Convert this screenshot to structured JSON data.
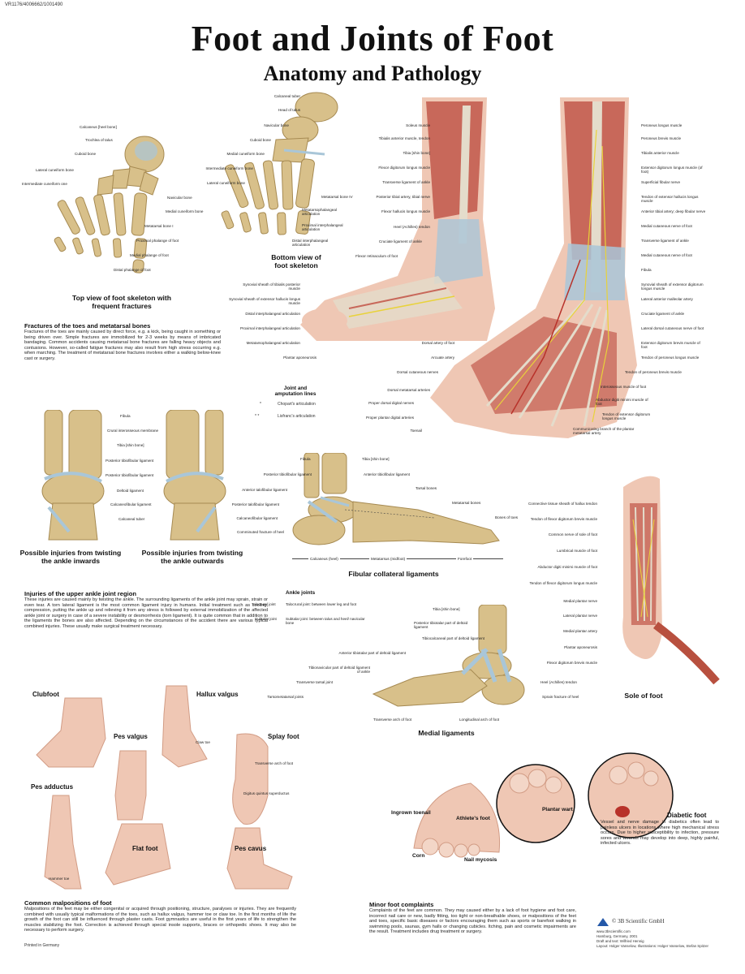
{
  "header": {
    "code": "VR1176/4006662/1001490",
    "title": "Foot and Joints of Foot",
    "subtitle": "Anatomy and Pathology"
  },
  "top_view": {
    "caption": "Top view of foot skeleton with frequent fractures",
    "labels": [
      "Calcaneus [heel bone]",
      "Trochlea of talus",
      "Cuboid bone",
      "Lateral cuneiform bone",
      "Intermediate cuneiform one",
      "Navicular bone",
      "Medial cuneiform bone",
      "Metatarsal bone I",
      "Proximal phalange of foot",
      "Medial phalange of foot",
      "Distal phalange of foot"
    ]
  },
  "bottom_view": {
    "caption": "Bottom view of foot skeleton",
    "labels": [
      "Calcaneal tuber",
      "Head of talus",
      "Navicular bone",
      "Cuboid bone",
      "Medial cuneiform bone",
      "Intermediate cuneiform bone",
      "Lateral cuneiform bone",
      "Metatarsal bone IV",
      "Metatarsophalangeal articulation",
      "Proximal interphalangeal articulation",
      "Distal interphalangeal articulation"
    ]
  },
  "fractures": {
    "heading": "Fractures of the toes and metatarsal bones",
    "text": "Fractures of the toes are mainly caused by direct force, e.g. a kick, being caught in something or being driven over. Simple fractures are immobilized for 2-3 weeks by means of imbricated bandaging. Common accidents causing metatarsal bone fractures are falling heavy objects and contusions. However, so-called fatigue fractures may also result from high stress occurring e.g. when marching. The treatment of metatarsal bone fractures involves either a walking below-knee cast or surgery."
  },
  "muscles_medial": {
    "labels": [
      "Soleus muscle",
      "Tibialis anterior muscle, tendon",
      "Tibia [shin bone]",
      "Flexor digitorum longus muscle",
      "Transverse ligament of ankle",
      "Posterior tibial artery, tibial nerve",
      "Flexor hallucis longus muscle",
      "Heel (Achilles) tendon",
      "Cruciate ligament of ankle",
      "Flexor retinaculum of foot",
      "Synovial sheath of tibialis posterior muscle",
      "Synovial sheath of extensor hallucis longus muscle",
      "Distal interphalangeal articulation",
      "Proximal interphalangeal articulation",
      "Metatarsophalangeal articulation",
      "Plantar aponeurosis"
    ]
  },
  "muscles_front": {
    "labels": [
      "Peroneus longus muscle",
      "Peroneus brevis muscle",
      "Tibialis anterior muscle",
      "Extensor digitorum longus muscle (of foot)",
      "Superficial fibular nerve",
      "Tendon of extensor hallucis longus muscle",
      "Anterior tibial artery; deep fibular nerve",
      "Medial cutaneous nerve of foot",
      "Transverse ligament of ankle",
      "Medial cutaneous nerve of foot",
      "Fibula",
      "Synovial sheath of extensor digitorum longus muscle",
      "Lateral anterior malleolar artery",
      "Cruciate ligament of ankle",
      "Lateral dorsal cutaneous nerve of foot",
      "Extensor digitorum brevis muscle of foot",
      "Tendon of peroneus longus muscle",
      "Tendon of peroneus brevis muscle",
      "Interosseous muscle of foot",
      "Abductor digiti minimi muscle of foot",
      "Tendon of extensor digitorum longus muscle",
      "Communicating branch of the plantar metatarsal artery"
    ],
    "left_labels": [
      "Dorsal artery of foot",
      "Arcuate artery",
      "Dorsal cutaneous nerves",
      "Dorsal metatarsal arteries",
      "Proper dorsal digital nerves",
      "Proper plantar digital arteries",
      "Toenail"
    ]
  },
  "joint_lines": {
    "heading": "Joint and amputation lines",
    "items": [
      {
        "symbol": "*",
        "label": "Chopart's articulation"
      },
      {
        "symbol": "* *",
        "label": "Lisfranc's articulation"
      }
    ]
  },
  "ankle_injuries": {
    "caption_in": "Possible injuries from twisting the ankle inwards",
    "caption_out": "Possible injuries from twisting the ankle outwards",
    "labels": [
      "Fibula",
      "Crural interosseous membrane",
      "Tibia [shin bone]",
      "Posterior tibiofibular ligament",
      "Posterior tibiofibular ligament",
      "Deltoid ligament",
      "Calcaneofibular ligament",
      "Calcaneal tuber"
    ]
  },
  "fibular": {
    "caption": "Fibular collateral ligaments",
    "labels": [
      "Fibula",
      "Tibia [shin bone]",
      "Posterior tibiofibular ligament",
      "Anterior tibiofibular ligament",
      "Anterior talofibular ligament",
      "Tarsal bones",
      "Posterior talofibular ligament",
      "Metatarsal bones",
      "Calcaneofibular ligament",
      "Bones of toes",
      "Comminuted fracture of heel"
    ],
    "regions": [
      "Calcaneus (heel)",
      "Metatarsus (midfoot)",
      "Forefoot"
    ]
  },
  "sole": {
    "caption": "Sole of foot",
    "labels": [
      "Connective tissue sheath of hallux tendon",
      "Tendon of flexor digitorum brevis muscle",
      "Common nerve of sole of foot",
      "Lumbrical muscle of foot",
      "Abductor digiti minimi muscle of foot",
      "Tendon of flexor digitorum longus muscle",
      "Medial plantar nerve",
      "Lateral plantar nerve",
      "Medial plantar artery",
      "Plantar aponeurosis",
      "Flexor digitorum brevis muscle"
    ]
  },
  "upper_ankle": {
    "heading": "Injuries of the upper ankle joint region",
    "text": "These injuries are caused mainly by twisting the ankle. The surrounding ligaments of the ankle joint may sprain, strain or even tear. A torn lateral ligament is the most common ligament injury in humans. Initial treatment such as cooling, compression, putting the ankle up and relieving it from any stress is followed by external immobilization of the affected ankle joint or surgery in case of a severe instability or desmorrhexis (torn ligament). It is quite common that in addition to the ligaments the bones are also affected. Depending on the circumstances of the accident there are various typical combined injuries. These usually make surgical treatment necessary."
  },
  "ankle_joints": {
    "heading": "Ankle joints",
    "rows": [
      {
        "name": "Talocrural joint",
        "desc": "Talocrural joint: between lower leg and foot"
      },
      {
        "name": "Subtalar joint",
        "desc": "Subtalar joint: between talus and heel/ navicular bone"
      }
    ]
  },
  "medial": {
    "caption": "Medial ligaments",
    "labels": [
      "Tibia [shin bone]",
      "Posterior tibiotalar part of deltoid ligament",
      "Tibiocalcaneal part of deltoid ligament",
      "Anterior tibiotalar part of deltoid ligament",
      "Tibionavicular part of deltoid ligament of ankle",
      "Transverse tarsal joint",
      "Tarsometatarsal joints",
      "Heel (Achilles) tendon",
      "Sprain fracture of heel",
      "Transverse arch of foot",
      "Longitudinal arch of foot"
    ]
  },
  "malpositions": {
    "items": [
      "Clubfoot",
      "Hallux valgus",
      "Pes valgus",
      "Splay foot",
      "Pes adductus",
      "Flat foot",
      "Pes cavus"
    ],
    "small_labels": [
      "Claw toe",
      "Transverse arch of foot",
      "Digitus quintus superductus",
      "Hammer toe"
    ],
    "heading": "Common malpositions of foot",
    "text": "Malpositions of the feet may be either congenital or acquired through positioning, structure, paralyses or injuries. They are frequently combined with usually typical malformations of the toes, such as hallux valgus, hammer toe or claw toe. In the first months of life the growth of the foot can still be influenced through plaster casts. Foot gymnastics are useful in the first years of life to strengthen the muscles stabilizing the foot. Correction is achieved through special insole supports, braces or orthopedic shoes. It may also be necessary to perform surgery.",
    "printed": "Printed in Germany"
  },
  "complaints": {
    "items": [
      "Ingrown toenail",
      "Athlete's foot",
      "Plantar wart",
      "Corn",
      "Nail mycosis"
    ],
    "heading": "Minor foot complaints",
    "text": "Complaints of the feet are common. They may caused either by a lack of foot hygiene and foot care, incorrect nail care or new, badly fitting, too tight or non-breathable shoes, or malpositions of the feet and toes, specific basic diseases or factors encouraging them such as sports or barefoot walking in swimming pools, saunas, gym halls or changing cubicles. Itching, pain and cosmetic impairments are the result. Treatment includes drug treatment or surgery."
  },
  "diabetic": {
    "heading": "Diabetic foot",
    "text": "Vessel and nerve damage in diabetics often lead to painless ulcers in locations where high mechanical stress occurs. Due to higher susceptibility to infection, pressure sores and wounds may develop into deep, highly painful, infected ulcers."
  },
  "publisher": {
    "name": "© 3B Scientific GmbH",
    "lines": [
      "www.3bscientific.com",
      "Hamburg, Germany, 2001",
      "Draft and text: Wilfried Hennig",
      "Layout: Holger Vanselow, Illustrations: Holger Vanselow, Stefan Spitzer"
    ]
  },
  "colors": {
    "bone": "#d8c08a",
    "bone_dark": "#a68a52",
    "muscle": "#c8685a",
    "tendon": "#e4dccb",
    "skin": "#efc7b4",
    "ligament": "#a9c6d8",
    "nerve": "#e8d23a"
  }
}
